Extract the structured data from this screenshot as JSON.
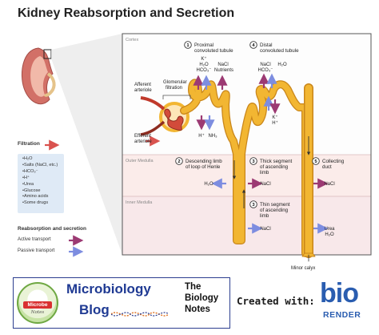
{
  "title": "Kidney Reabsorption and Secretion",
  "regions": {
    "cortex": "Cortex",
    "outer_medulla": "Outer Medulla",
    "inner_medulla": "Inner Medulla"
  },
  "segments": [
    {
      "number": "1",
      "line1": "Proximal",
      "line2": "convoluted tubule"
    },
    {
      "number": "4",
      "line1": "Distal",
      "line2": "convoluted tubule"
    },
    {
      "number": "2",
      "line1": "Descending limb",
      "line2": "of loop of Henle"
    },
    {
      "number": "3",
      "line1": "Thick segment",
      "line2": "of ascending",
      "line3": "limb"
    },
    {
      "number": "5",
      "line1": "Collecting",
      "line2": "duct"
    },
    {
      "number": "3",
      "line1": "Thin segment",
      "line2": "of ascending",
      "line3": "limb"
    }
  ],
  "labels": {
    "afferent": [
      "Afferent",
      "arteriole"
    ],
    "efferent": [
      "Efferent",
      "arteriole"
    ],
    "glomerular": [
      "Glomerular",
      "filtration"
    ],
    "minor_calyx": "Minor calyx"
  },
  "substances": {
    "pct_reabsorb": [
      "K⁺",
      "H₂O",
      "HCO₃⁻"
    ],
    "pct_nutrients": [
      "NaCl",
      "Nutrients"
    ],
    "pct_secrete": [
      "H⁺",
      "NH₃"
    ],
    "dct_reabsorb": [
      "NaCl",
      "HCO₃⁻"
    ],
    "dct_h2o": "H₂O",
    "dct_secrete": [
      "K⁺",
      "H⁺"
    ],
    "descending": "H₂O",
    "thick": "NaCl",
    "collecting": "NaCl",
    "thin": "NaCl",
    "duct_end": [
      "Urea",
      "H₂O"
    ]
  },
  "legend": {
    "filtration_title": "Filtration",
    "filtered_items": [
      "H₂O",
      "Salts (NaCl, etc.)",
      "HCO₃⁻",
      "H⁺",
      "Urea",
      "Glucose",
      "Amino acids",
      "Some drugs"
    ],
    "transport_title": "Reabsorption and secretion",
    "active": "Active transport",
    "passive": "Passive transport"
  },
  "footer": {
    "microbe": "Microbe",
    "notes": "Notes",
    "blog_line1": "Microbiology",
    "blog_line2": "Blog",
    "biology_notes": [
      "The",
      "Biology",
      "Notes"
    ],
    "created_with": "Created with:",
    "bio": "bio",
    "render": "RENDER"
  },
  "colors": {
    "tubule": "#f2b632",
    "tubule_edge": "#c9861a",
    "panel_border": "#555555",
    "medulla_bg": "#fbecea",
    "inner_bg": "#f8e8ea",
    "filtration_arrow": "#d9534f",
    "active_arrow": "#9c3a73",
    "passive_arrow": "#7d8de0",
    "footer_blue": "#2a5db0"
  }
}
